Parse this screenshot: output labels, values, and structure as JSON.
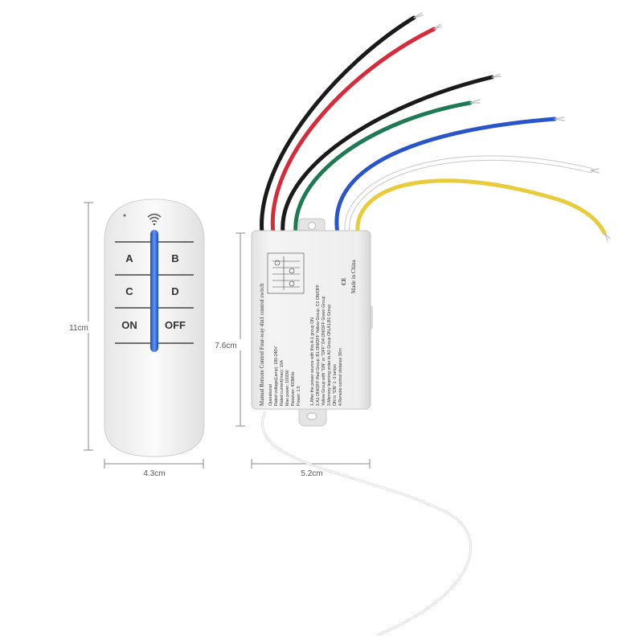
{
  "dimensions": {
    "remote_height": "11cm",
    "remote_width": "4.3cm",
    "receiver_height": "7.6cm",
    "receiver_width": "5.2cm"
  },
  "remote": {
    "buttons": [
      {
        "id": "a",
        "label": "A"
      },
      {
        "id": "b",
        "label": "B"
      },
      {
        "id": "c",
        "label": "C"
      },
      {
        "id": "d",
        "label": "D"
      },
      {
        "id": "on",
        "label": "ON"
      },
      {
        "id": "off",
        "label": "OFF"
      }
    ],
    "led_color": "#2f6fd6",
    "body_color": "#f2f2f2"
  },
  "receiver": {
    "label_title": "Manual Remote Control Four-way 4in1 control switch",
    "spec_lines": [
      "Operational",
      "Rated voltage(Lamp): 180-240V",
      "Rated current(max): 10A",
      "Max power: 1000W",
      "Receiver: 433MHz",
      "Power: 1.5"
    ],
    "instruction_lines": [
      "1.After the power source with this A-1 group ON",
      "2.A1 ON/OFF Red Group; B1 ON/OFF Yellow Group; C2 ON/OFF",
      "Yellow Group with \"ON\" or \"OFF\"   D4 ON/OFF Green Group",
      "3.Memory learning order to A1 Group ON,A1,B1 Group",
      "ON in \"ON\" 1 -3 lamps",
      "4.Remote control distance 30m"
    ],
    "ce_mark": "CE",
    "made_in": "Made in China",
    "wire_colors": [
      "#1a1a1a",
      "#d62b3a",
      "#1a1a1a",
      "#1e7a55",
      "#2a55c9",
      "#ffffff",
      "#e8cc3c"
    ]
  }
}
